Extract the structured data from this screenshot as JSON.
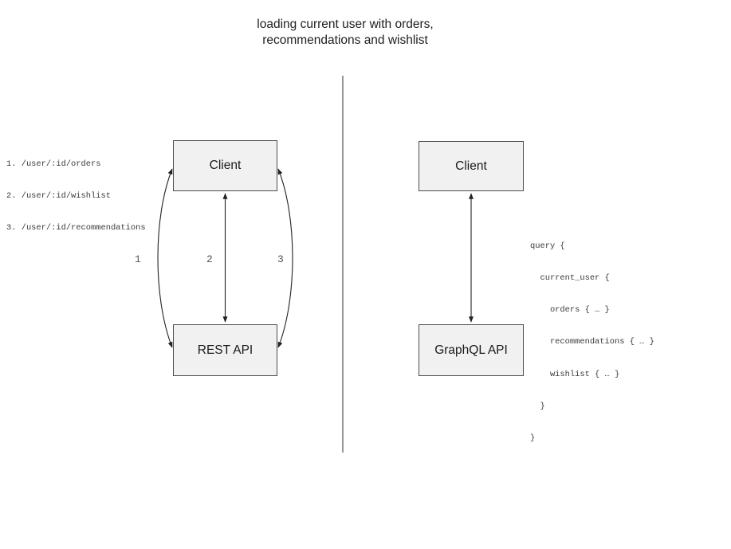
{
  "title": {
    "line1": "loading current user with orders,",
    "line2": "recommendations and wishlist"
  },
  "rest_panel": {
    "endpoints": [
      "1. /user/:id/orders",
      "2. /user/:id/wishlist",
      "3. /user/:id/recommendations"
    ],
    "client_label": "Client",
    "api_label": "REST API",
    "arrow_labels": [
      "1",
      "2",
      "3"
    ]
  },
  "graphql_panel": {
    "client_label": "Client",
    "api_label": "GraphQL API",
    "query_lines": [
      "query {",
      "  current_user {",
      "    orders { … }",
      "    recommendations { … }",
      "    wishlist { … }",
      "  }",
      "}"
    ]
  },
  "colors": {
    "node_fill": "#f1f1f1",
    "node_border": "#4d4d4d",
    "arrow": "#222222",
    "divider": "#6b6b6b"
  }
}
